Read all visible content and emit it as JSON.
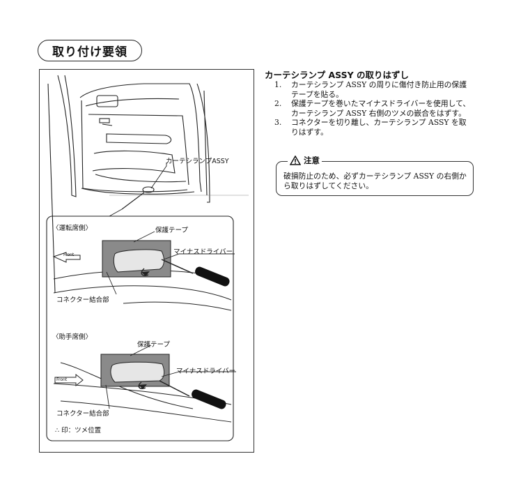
{
  "header": {
    "title": "取り付け要領"
  },
  "figure": {
    "part_label": "カーテシランプASSY",
    "driver": {
      "section_label": "〈運転席側〉",
      "tape_label": "保護テープ",
      "tool_label": "マイナスドライバー",
      "connector_label": "コネクター結合部",
      "arrow_label": "Front"
    },
    "passenger": {
      "section_label": "〈助手席側〉",
      "tape_label": "保護テープ",
      "tool_label": "マイナスドライバー",
      "connector_label": "コネクター結合部",
      "arrow_label": "Front"
    },
    "legend": "∴ 印：ツメ位置"
  },
  "section": {
    "title": "カーテシランプ ASSY の取りはずし",
    "steps": [
      {
        "num": "1.",
        "text": "カーテシランプ ASSY の周りに傷付き防止用の保護テープを貼る。"
      },
      {
        "num": "2.",
        "text": "保護テープを巻いたマイナスドライバーを使用して、カーテシランプ ASSY 右側のツメの嵌合をはずす。"
      },
      {
        "num": "3.",
        "text": "コネクターを切り離し、カーテシランプ ASSY を取りはずす。"
      }
    ]
  },
  "caution": {
    "icon": "warning-triangle-icon",
    "label": "注意",
    "text": "破損防止のため、必ずカーテシランプ ASSY の右側から取りはずしてください。"
  }
}
